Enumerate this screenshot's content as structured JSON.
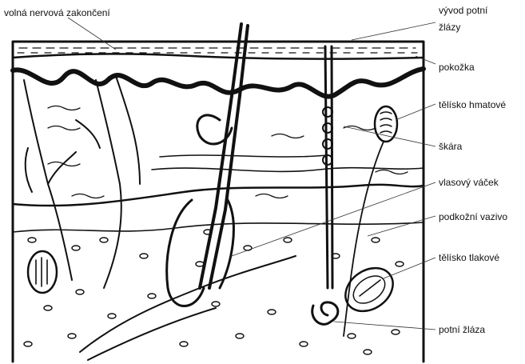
{
  "labels": {
    "free_nerve_endings": "volná nervová zakončení",
    "sweat_duct_line1": "vývod potní",
    "sweat_duct_line2": "žlázy",
    "epidermis": "pokožka",
    "tactile_corpuscle": "tělísko hmatové",
    "dermis": "škára",
    "hair_follicle": "vlasový váček",
    "subcutaneous_tissue": "podkožní vazivo",
    "pressure_corpuscle": "tělísko tlakové",
    "sweat_gland": "potní žláza"
  },
  "colors": {
    "ink": "#111111",
    "background": "#ffffff"
  }
}
